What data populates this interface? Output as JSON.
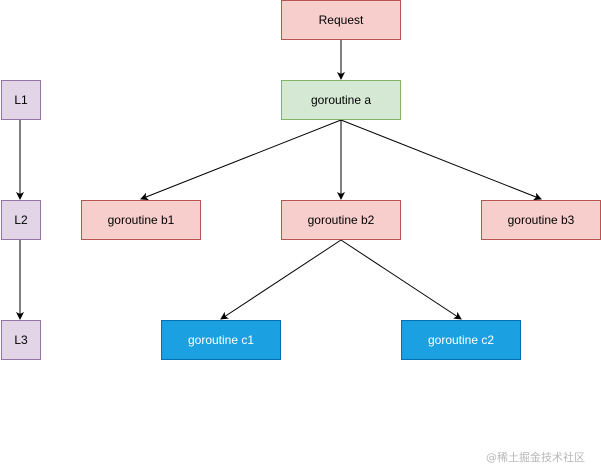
{
  "levels": {
    "l1": "L1",
    "l2": "L2",
    "l3": "L3"
  },
  "nodes": {
    "request": "Request",
    "goroutine_a": "goroutine a",
    "goroutine_b1": "goroutine b1",
    "goroutine_b2": "goroutine b2",
    "goroutine_b3": "goroutine b3",
    "goroutine_c1": "goroutine c1",
    "goroutine_c2": "goroutine c2"
  },
  "colors": {
    "pink_fill": "#f8cecc",
    "green_fill": "#d5e8d4",
    "purple_fill": "#e1d5e7",
    "blue_fill": "#1ba1e2",
    "edge": "#000000"
  },
  "watermark": "@稀土掘金技术社区"
}
